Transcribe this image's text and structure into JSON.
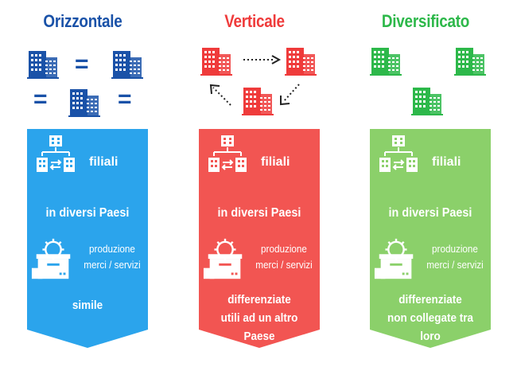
{
  "columns": [
    {
      "title": "Orizzontale",
      "color": "#1a52a8",
      "banner_color": "#2ba4ec",
      "filiali": "filiali",
      "paesi": "in diversi Paesi",
      "produzione": "produzione",
      "merci": "merci / servizi",
      "desc1": "simile",
      "desc2": ""
    },
    {
      "title": "Verticale",
      "color": "#ef3b3b",
      "banner_color": "#f25552",
      "filiali": "filiali",
      "paesi": "in diversi Paesi",
      "produzione": "produzione",
      "merci": "merci / servizi",
      "desc1": "differenziate",
      "desc2": "utili ad un altro Paese"
    },
    {
      "title": "Diversificato",
      "color": "#2db84a",
      "banner_color": "#8bd06a",
      "filiali": "filiali",
      "paesi": "in diversi Paesi",
      "produzione": "produzione",
      "merci": "merci / servizi",
      "desc1": "differenziate",
      "desc2": "non collegate tra loro"
    }
  ],
  "icons": [
    "building-icon",
    "equals-sign",
    "dotted-arrow",
    "subsidiaries-icon",
    "production-box-icon"
  ]
}
